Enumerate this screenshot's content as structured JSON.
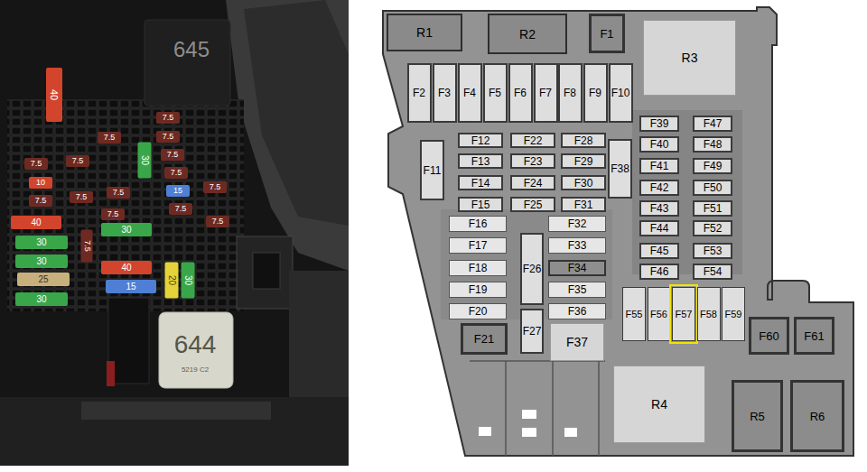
{
  "diagram": {
    "nodes": [
      {
        "text": [
          "R1"
        ]
      },
      {
        "text": [
          "R2"
        ]
      },
      {
        "text": [
          "F1"
        ]
      },
      {
        "text": [
          "R3"
        ]
      },
      {
        "text": [
          "F2"
        ]
      },
      {
        "text": [
          "F3"
        ]
      },
      {
        "text": [
          "F4"
        ]
      },
      {
        "text": [
          "F5"
        ]
      },
      {
        "text": [
          "F6"
        ]
      },
      {
        "text": [
          "F7"
        ]
      },
      {
        "text": [
          "F8"
        ]
      },
      {
        "text": [
          "F9"
        ]
      },
      {
        "text": [
          "F10"
        ]
      },
      {
        "text": [
          "F11"
        ]
      },
      {
        "text": [
          "F12"
        ]
      },
      {
        "text": [
          "F22"
        ]
      },
      {
        "text": [
          "F28"
        ]
      },
      {
        "text": [
          "F13"
        ]
      },
      {
        "text": [
          "F23"
        ]
      },
      {
        "text": [
          "F29"
        ]
      },
      {
        "text": [
          "F14"
        ]
      },
      {
        "text": [
          "F24"
        ]
      },
      {
        "text": [
          "F30"
        ]
      },
      {
        "text": [
          "F15"
        ]
      },
      {
        "text": [
          "F25"
        ]
      },
      {
        "text": [
          "F31"
        ]
      },
      {
        "text": [
          "F38"
        ]
      },
      {
        "text": [
          "F39"
        ]
      },
      {
        "text": [
          "F47"
        ]
      },
      {
        "text": [
          "F40"
        ]
      },
      {
        "text": [
          "F48"
        ]
      },
      {
        "text": [
          "F41"
        ]
      },
      {
        "text": [
          "F49"
        ]
      },
      {
        "text": [
          "F42"
        ]
      },
      {
        "text": [
          "F50"
        ]
      },
      {
        "text": [
          "F43"
        ]
      },
      {
        "text": [
          "F51"
        ]
      },
      {
        "text": [
          "F44"
        ]
      },
      {
        "text": [
          "F52"
        ]
      },
      {
        "text": [
          "F45"
        ]
      },
      {
        "text": [
          "F53"
        ]
      },
      {
        "text": [
          "F46"
        ]
      },
      {
        "text": [
          "F54"
        ]
      },
      {
        "text": [
          "F16"
        ]
      },
      {
        "text": [
          "F32"
        ]
      },
      {
        "text": [
          "F17"
        ]
      },
      {
        "text": [
          "F33"
        ]
      },
      {
        "text": [
          "F26"
        ]
      },
      {
        "text": [
          "F18"
        ]
      },
      {
        "text": [
          "F34"
        ]
      },
      {
        "text": [
          "F19"
        ]
      },
      {
        "text": [
          "F35"
        ]
      },
      {
        "text": [
          "F20"
        ]
      },
      {
        "text": [
          "F36"
        ]
      },
      {
        "text": [
          "F27"
        ]
      },
      {
        "text": [
          "F21"
        ]
      },
      {
        "text": [
          "F37"
        ]
      },
      {
        "text": [
          "F55"
        ]
      },
      {
        "text": [
          "F56"
        ]
      },
      {
        "text": [
          "F57"
        ]
      },
      {
        "text": [
          "F58"
        ]
      },
      {
        "text": [
          "F59"
        ]
      },
      {
        "text": [
          "F60"
        ]
      },
      {
        "text": [
          "F61"
        ]
      },
      {
        "text": [
          "R4"
        ]
      },
      {
        "text": [
          "R5"
        ]
      },
      {
        "text": [
          "R6"
        ]
      }
    ],
    "labels": [
      "40",
      "645",
      "7.5",
      "7.5",
      "7.5",
      "30",
      "7.5",
      "7.5",
      "7.5",
      "7.5",
      "10",
      "15",
      "7.5",
      "7.5",
      "7.5",
      "7.5",
      "7.5",
      "7.5",
      "40",
      "7.5",
      "30",
      "30",
      "7.5",
      "30",
      "40",
      "25",
      "15",
      "20",
      "30",
      "30",
      "644",
      "5219 C2"
    ]
  }
}
